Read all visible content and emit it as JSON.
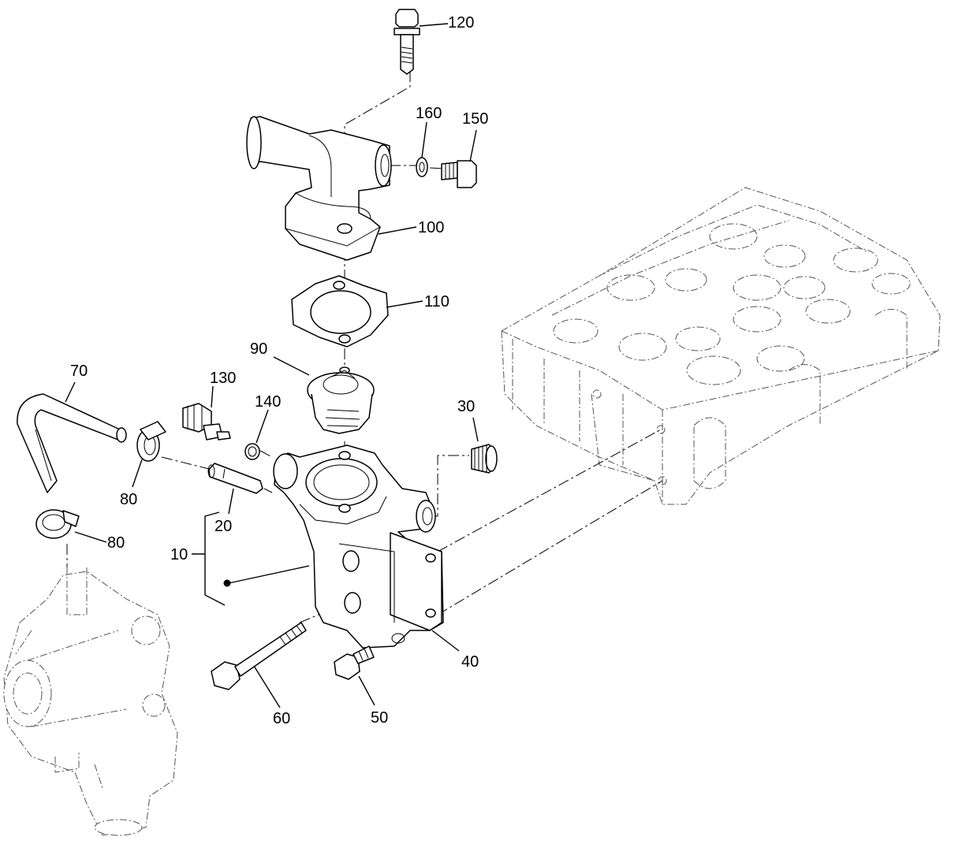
{
  "callouts": {
    "c120": "120",
    "c160": "160",
    "c150": "150",
    "c100": "100",
    "c110": "110",
    "c90": "90",
    "c70": "70",
    "c130": "130",
    "c140": "140",
    "c30": "30",
    "c80a": "80",
    "c20": "20",
    "c80b": "80",
    "c10": "10",
    "c40": "40",
    "c60": "60",
    "c50": "50"
  }
}
